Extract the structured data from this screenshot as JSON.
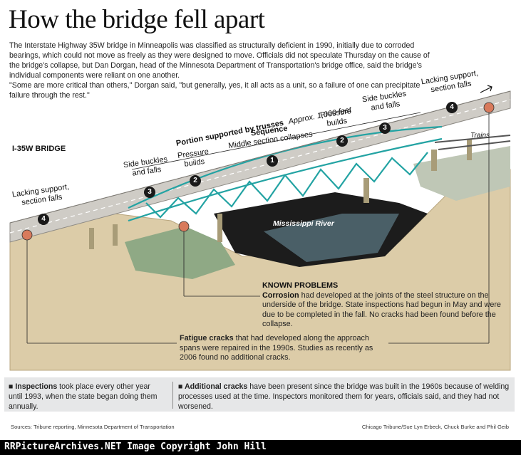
{
  "title": "How the bridge fell apart",
  "intro": {
    "p1": "The Interstate Highway 35W bridge in Minneapolis was classified as structurally deficient in 1990, initially due to corroded bearings, which could not move as freely as they were designed to move. Officials did not speculate Thursday on the cause of the bridge's collapse, but Dan Dorgan, head of the Minnesota Department of Transportation's bridge office, said the bridge's individual components were reliant on one another.",
    "p2": "\"Some are more critical than others,\" Dorgan said, \"but generally, yes, it all acts as a unit, so a failure of one can precipitate failure through the rest.\""
  },
  "diagram": {
    "bridge_name": "I-35W BRIDGE",
    "truss_label": "Portion supported by trusses",
    "truss_length": "Approx. 1,000 feet",
    "river_label": "Mississippi River",
    "trains_label": "Trains",
    "sequence": {
      "title": "Sequence",
      "step1": "Middle section collapses",
      "step2": "Pressure builds",
      "step3": "Side buckles and falls",
      "step4": "Lacking support, section falls",
      "num1": "1",
      "num2": "2",
      "num3": "3",
      "num4": "4"
    }
  },
  "known_problems": {
    "heading": "KNOWN PROBLEMS",
    "corrosion_lead": "Corrosion",
    "corrosion_text": " had developed at the joints of the steel structure on the underside of the bridge. State inspections had begun in May and were due to be completed in the fall. No cracks had been found before the collapse.",
    "fatigue_lead": "Fatigue cracks",
    "fatigue_text": " that had developed along the approach spans were repaired in the 1990s. Studies as recently as 2006 found no additional cracks."
  },
  "notes": {
    "inspections_lead": "Inspections",
    "inspections_text": " took place every other year until 1993, when the state began doing them annually.",
    "cracks_lead": "Additional cracks",
    "cracks_text": " have been present since the bridge was built in the 1960s because of welding processes used at the time. Inspectors monitored them for years, officials said, and they had not worsened."
  },
  "sources": "Sources: Tribune reporting, Minnesota Department of Transportation",
  "credit": "Chicago Tribune/Sue Lyn Erbeck, Chuck Burke and Phil Geib",
  "watermark": "RRPictureArchives.NET Image Copyright John Hill",
  "colors": {
    "truss": "#2aa6a6",
    "deck": "#c9c7c2",
    "ground": "#d9c9a6",
    "river": "#1c1c1c",
    "marker": "#d87a5c",
    "note_bar": "#e6e7e8"
  }
}
